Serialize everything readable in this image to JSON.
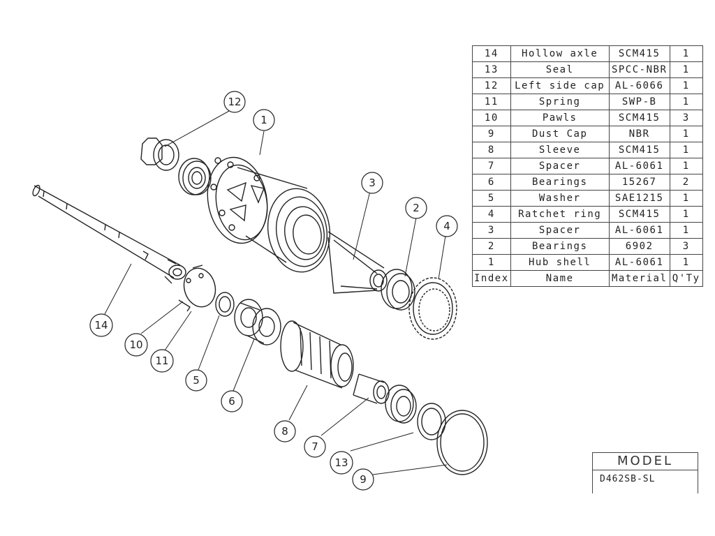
{
  "parts_table": {
    "columns": [
      "Index",
      "Name",
      "Material",
      "Q'Ty"
    ],
    "rows": [
      {
        "index": "14",
        "name": "Hollow axle",
        "material": "SCM415",
        "qty": "1"
      },
      {
        "index": "13",
        "name": "Seal",
        "material": "SPCC-NBR",
        "qty": "1"
      },
      {
        "index": "12",
        "name": "Left side cap",
        "material": "AL-6066",
        "qty": "1"
      },
      {
        "index": "11",
        "name": "Spring",
        "material": "SWP-B",
        "qty": "1"
      },
      {
        "index": "10",
        "name": "Pawls",
        "material": "SCM415",
        "qty": "3"
      },
      {
        "index": "9",
        "name": "Dust Cap",
        "material": "NBR",
        "qty": "1"
      },
      {
        "index": "8",
        "name": "Sleeve",
        "material": "SCM415",
        "qty": "1"
      },
      {
        "index": "7",
        "name": "Spacer",
        "material": "AL-6061",
        "qty": "1"
      },
      {
        "index": "6",
        "name": "Bearings",
        "material": "15267",
        "qty": "2"
      },
      {
        "index": "5",
        "name": "Washer",
        "material": "SAE1215",
        "qty": "1"
      },
      {
        "index": "4",
        "name": "Ratchet ring",
        "material": "SCM415",
        "qty": "1"
      },
      {
        "index": "3",
        "name": "Spacer",
        "material": "AL-6061",
        "qty": "1"
      },
      {
        "index": "2",
        "name": "Bearings",
        "material": "6902",
        "qty": "3"
      },
      {
        "index": "1",
        "name": "Hub shell",
        "material": "AL-6061",
        "qty": "1"
      }
    ]
  },
  "model": {
    "label": "MODEL",
    "value": "D462SB-SL"
  },
  "callouts": [
    {
      "key": "c12",
      "label": "12"
    },
    {
      "key": "c1",
      "label": "1"
    },
    {
      "key": "c3",
      "label": "3"
    },
    {
      "key": "c2",
      "label": "2"
    },
    {
      "key": "c4",
      "label": "4"
    },
    {
      "key": "c14",
      "label": "14"
    },
    {
      "key": "c10",
      "label": "10"
    },
    {
      "key": "c11",
      "label": "11"
    },
    {
      "key": "c5",
      "label": "5"
    },
    {
      "key": "c6",
      "label": "6"
    },
    {
      "key": "c8",
      "label": "8"
    },
    {
      "key": "c7",
      "label": "7"
    },
    {
      "key": "c13",
      "label": "13"
    },
    {
      "key": "c9",
      "label": "9"
    }
  ]
}
